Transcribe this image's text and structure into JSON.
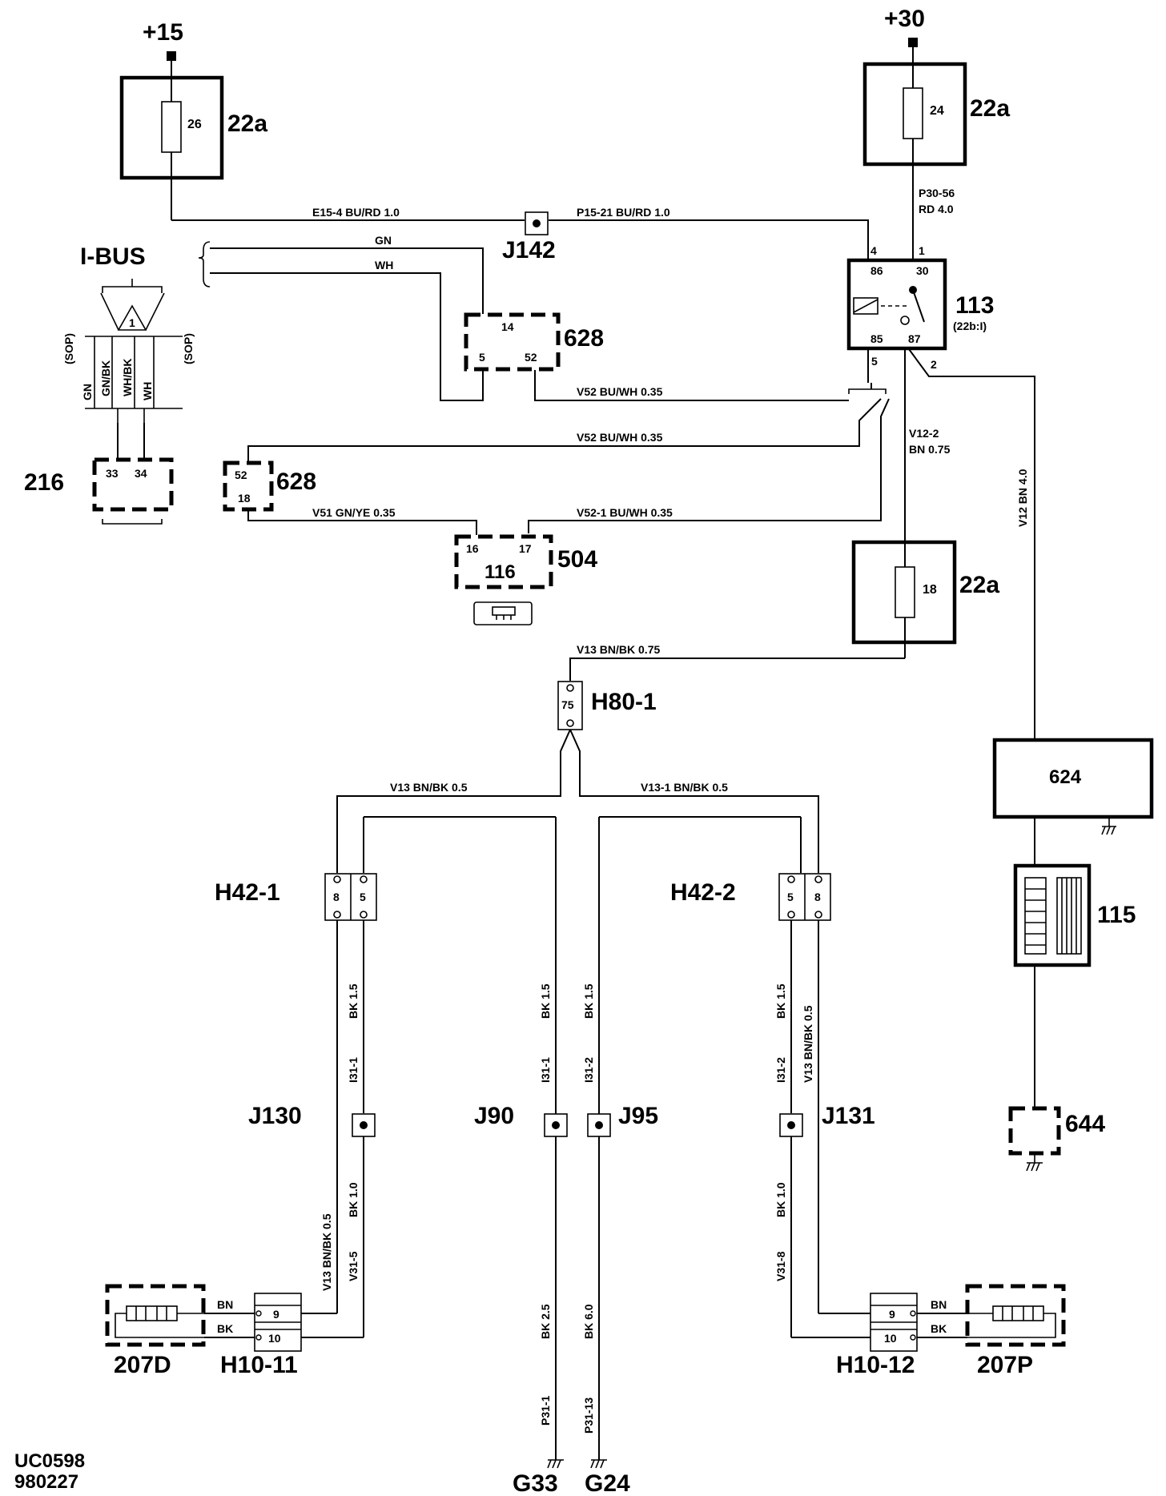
{
  "supply": {
    "plus15": "+15",
    "plus30": "+30"
  },
  "fuses": {
    "f26": {
      "num": "26",
      "box": "22a"
    },
    "f24": {
      "num": "24",
      "box": "22a"
    },
    "f18": {
      "num": "18",
      "box": "22a"
    }
  },
  "wires": {
    "e15_4": "E15-4   BU/RD   1.0",
    "p15_21": "P15-21     BU/RD    1.0",
    "p30_56": "P30-56",
    "rd40": "RD  4.0",
    "gn": "GN",
    "wh": "WH",
    "v52_a": "V52    BU/WH   0.35",
    "v52_b": "V52    BU/WH   0.35",
    "v51": "V51    GN/YE    0.35",
    "v52_1": "V52-1      BU/WH   0.35",
    "v12_2": "V12-2",
    "bn075": "BN  0.75",
    "v12_bn40": "V12   BN  4.0",
    "v13_top": "V13    BN/BK    0.75",
    "v13_left": "V13    BN/BK    0.5",
    "v13_1": "V13-1      BN/BK    0.5",
    "bk15_a": "BK  1.5",
    "bk15_b": "BK  1.5",
    "bk15_c": "BK  1.5",
    "bk15_d": "BK  1.5",
    "v13_bnbk05_r": "V13  BN/BK  0.5",
    "i31_1a": "I31-1",
    "i31_1b": "I31-1",
    "i31_2a": "I31-2",
    "i31_2b": "I31-2",
    "v13_bnbk05_l": "V13  BN/BK  0.5",
    "bk10_a": "BK  1.0",
    "v31_5": "V31-5",
    "bk10_b": "BK  1.0",
    "v31_8": "V31-8",
    "bk25": "BK  2.5",
    "p31_1": "P31-1",
    "bk60": "BK  6.0",
    "p31_13": "P31-13",
    "bn_left": "BN",
    "bk_left": "BK",
    "bn_right": "BN",
    "bk_right": "BK"
  },
  "components": {
    "j142": "J142",
    "ibus": "I-BUS",
    "c628a": "628",
    "c628b": "628",
    "c113": "113",
    "c113_sub": "(22b:I)",
    "c216": "216",
    "c504": "504",
    "c116": "116",
    "h80_1": "H80-1",
    "c624": "624",
    "c115": "115",
    "c644": "644",
    "h42_1": "H42-1",
    "h42_2": "H42-2",
    "j130": "J130",
    "j90": "J90",
    "j95": "J95",
    "j131": "J131",
    "c207d": "207D",
    "c207p": "207P",
    "h10_11": "H10-11",
    "h10_12": "H10-12",
    "g33": "G33",
    "g24": "G24"
  },
  "pins": {
    "r4": "4",
    "r1": "1",
    "r86": "86",
    "r30": "30",
    "r85": "85",
    "r87": "87",
    "r5": "5",
    "r2": "2",
    "m628a_14": "14",
    "m628a_5": "5",
    "m628a_52": "52",
    "m628b_52": "52",
    "m628b_18": "18",
    "m216_33": "33",
    "m216_34": "34",
    "m504_16": "16",
    "m504_17": "17",
    "h80_75": "75",
    "h421_8": "8",
    "h421_5": "5",
    "h422_5": "5",
    "h422_8": "8",
    "h1011_9": "9",
    "h1011_10": "10",
    "h1012_9": "9",
    "h1012_10": "10"
  },
  "ibus_side": {
    "sop_l": "(SOP)",
    "sop_r": "(SOP)",
    "gn": "GN",
    "gnbk": "GN/BK",
    "whbk": "WH/BK",
    "wh": "WH",
    "tri": "1"
  },
  "footer": {
    "code": "UC0598",
    "date": "980227"
  }
}
